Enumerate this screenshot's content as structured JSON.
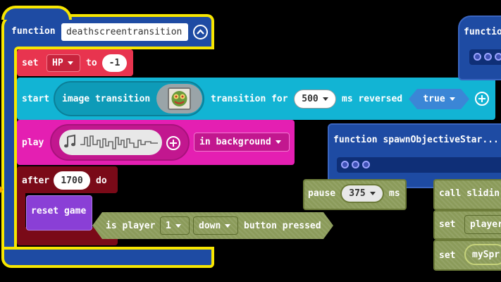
{
  "functionDef": {
    "keyword": "function",
    "name": "deathscreentransition"
  },
  "setHP": {
    "keyword": "set",
    "variable": "HP",
    "to": "to",
    "value": "-1"
  },
  "startTransition": {
    "keyword": "start",
    "image_label": "image transition",
    "transition_for": "transition for",
    "duration": "500",
    "ms_reversed": "ms reversed",
    "reversed_value": "true"
  },
  "playSound": {
    "keyword": "play",
    "mode": "in background"
  },
  "after": {
    "keyword": "after",
    "ms": "1700",
    "do": "do"
  },
  "resetGame": {
    "label": "reset game"
  },
  "isPlayer": {
    "prefix": "is player",
    "player": "1",
    "button": "down",
    "suffix": "button pressed"
  },
  "pauseBlock": {
    "keyword": "pause",
    "value": "375",
    "unit": "ms"
  },
  "functionTopRight": {
    "keyword": "functio"
  },
  "functionSpawn": {
    "label": "function spawnObjectiveStar..."
  },
  "rightBlocks": {
    "call": "call slidin",
    "set1": "set",
    "var1": "player",
    "set2": "set",
    "var2": "mySpr"
  },
  "colors": {
    "function": "#1e4ba3",
    "set": "#e8344f",
    "start": "#12b4d4",
    "play": "#e41fb2",
    "after": "#7a0a18",
    "reset": "#8a3fd6",
    "logic": "#8b9b5a",
    "highlight": "#f7e600"
  }
}
